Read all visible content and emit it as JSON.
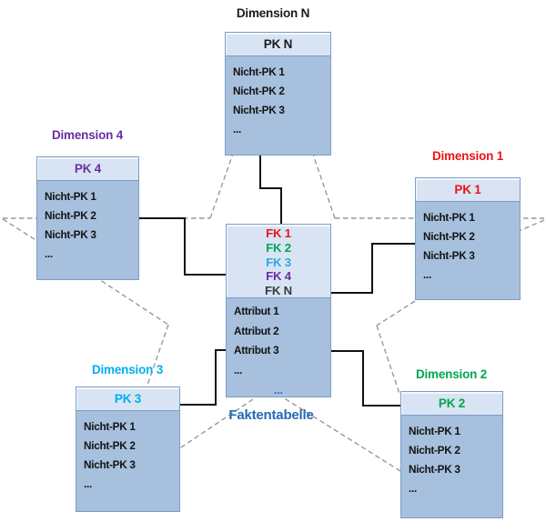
{
  "colors": {
    "table_body": "#a6c0dd",
    "table_header": "#d8e4f4",
    "table_border": "#7e9dc4",
    "dashed_star": "#999999",
    "solid_connector": "#111111"
  },
  "tables": {
    "dim_n": {
      "title": "Dimension N",
      "title_color": "#1a1a1a",
      "pk": "PK N",
      "pk_color": "#1a1a1a",
      "rows": [
        "Nicht-PK 1",
        "Nicht-PK 2",
        "Nicht-PK 3",
        "..."
      ]
    },
    "dim_4": {
      "title": "Dimension 4",
      "title_color": "#6a2ea0",
      "pk": "PK 4",
      "pk_color": "#6a2ea0",
      "rows": [
        "Nicht-PK 1",
        "Nicht-PK 2",
        "Nicht-PK 3",
        "..."
      ]
    },
    "dim_1": {
      "title": "Dimension 1",
      "title_color": "#ee1414",
      "pk": "PK 1",
      "pk_color": "#ee1414",
      "rows": [
        "Nicht-PK 1",
        "Nicht-PK 2",
        "Nicht-PK 3",
        "..."
      ]
    },
    "dim_3": {
      "title": "Dimension 3",
      "title_color": "#00aeef",
      "pk": "PK 3",
      "pk_color": "#00aeef",
      "rows": [
        "Nicht-PK 1",
        "Nicht-PK 2",
        "Nicht-PK 3",
        "..."
      ]
    },
    "dim_2": {
      "title": "Dimension 2",
      "title_color": "#00a651",
      "pk": "PK 2",
      "pk_color": "#00a651",
      "rows": [
        "Nicht-PK 1",
        "Nicht-PK 2",
        "Nicht-PK 3",
        "..."
      ]
    },
    "fact": {
      "label": "Faktentabelle",
      "label_color": "#2569b3",
      "fk_rows": [
        {
          "text": "FK 1",
          "color": "#ee1414"
        },
        {
          "text": "FK 2",
          "color": "#00a651"
        },
        {
          "text": "FK 3",
          "color": "#29abe2"
        },
        {
          "text": "FK 4",
          "color": "#6a2ea0"
        },
        {
          "text": "FK N",
          "color": "#3a3a3a"
        }
      ],
      "attr_rows": [
        "Attribut 1",
        "Attribut 2",
        "Attribut 3",
        "..."
      ],
      "more": "...",
      "more_color": "#2569b3"
    }
  }
}
